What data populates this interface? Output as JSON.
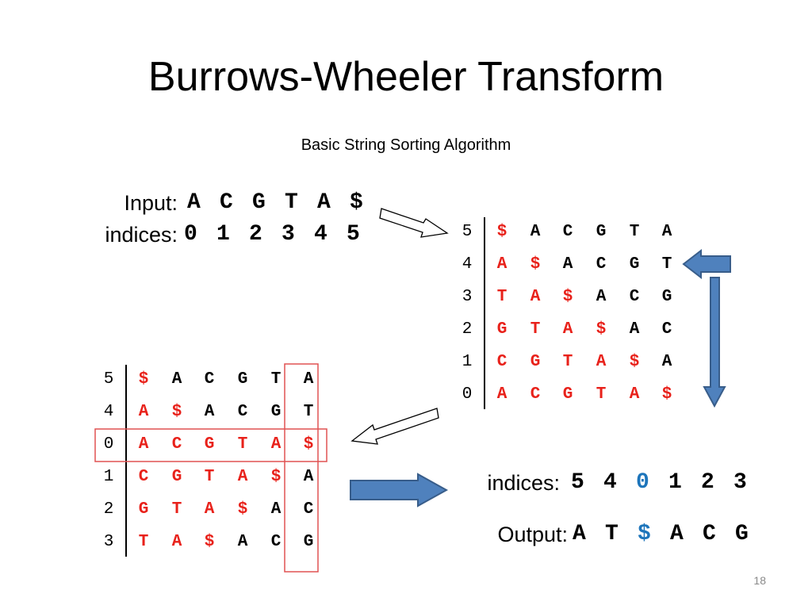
{
  "title": "Burrows-Wheeler Transform",
  "subtitle": "Basic  String Sorting Algorithm",
  "input": {
    "label": "Input:",
    "chars": [
      "A",
      "C",
      "G",
      "T",
      "A",
      "$"
    ],
    "indices_label": "indices:",
    "indices": [
      "0",
      "1",
      "2",
      "3",
      "4",
      "5"
    ]
  },
  "rotations": {
    "rows": [
      {
        "index": "5",
        "chars": [
          "$",
          "A",
          "C",
          "G",
          "T",
          "A"
        ]
      },
      {
        "index": "4",
        "chars": [
          "A",
          "$",
          "A",
          "C",
          "G",
          "T"
        ]
      },
      {
        "index": "3",
        "chars": [
          "T",
          "A",
          "$",
          "A",
          "C",
          "G"
        ]
      },
      {
        "index": "2",
        "chars": [
          "G",
          "T",
          "A",
          "$",
          "A",
          "C"
        ]
      },
      {
        "index": "1",
        "chars": [
          "C",
          "G",
          "T",
          "A",
          "$",
          "A"
        ]
      },
      {
        "index": "0",
        "chars": [
          "A",
          "C",
          "G",
          "T",
          "A",
          "$"
        ]
      }
    ]
  },
  "sorted": {
    "rows": [
      {
        "index": "5",
        "chars": [
          "$",
          "A",
          "C",
          "G",
          "T",
          "A"
        ]
      },
      {
        "index": "4",
        "chars": [
          "A",
          "$",
          "A",
          "C",
          "G",
          "T"
        ]
      },
      {
        "index": "0",
        "chars": [
          "A",
          "C",
          "G",
          "T",
          "A",
          "$"
        ]
      },
      {
        "index": "1",
        "chars": [
          "C",
          "G",
          "T",
          "A",
          "$",
          "A"
        ]
      },
      {
        "index": "2",
        "chars": [
          "G",
          "T",
          "A",
          "$",
          "A",
          "C"
        ]
      },
      {
        "index": "3",
        "chars": [
          "T",
          "A",
          "$",
          "A",
          "C",
          "G"
        ]
      }
    ]
  },
  "result": {
    "indices_label": "indices:",
    "indices": [
      "5",
      "4",
      "0",
      "1",
      "2",
      "3"
    ],
    "output_label": "Output:",
    "output": [
      "A",
      "T",
      "$",
      "A",
      "C",
      "G"
    ]
  },
  "page_number": "18",
  "colors": {
    "highlight_red": "#e8211a",
    "highlight_blue": "#1d75bb",
    "block_arrow_fill": "#4f81bd",
    "block_arrow_stroke": "#385d8a",
    "column_box": "#e05252"
  }
}
